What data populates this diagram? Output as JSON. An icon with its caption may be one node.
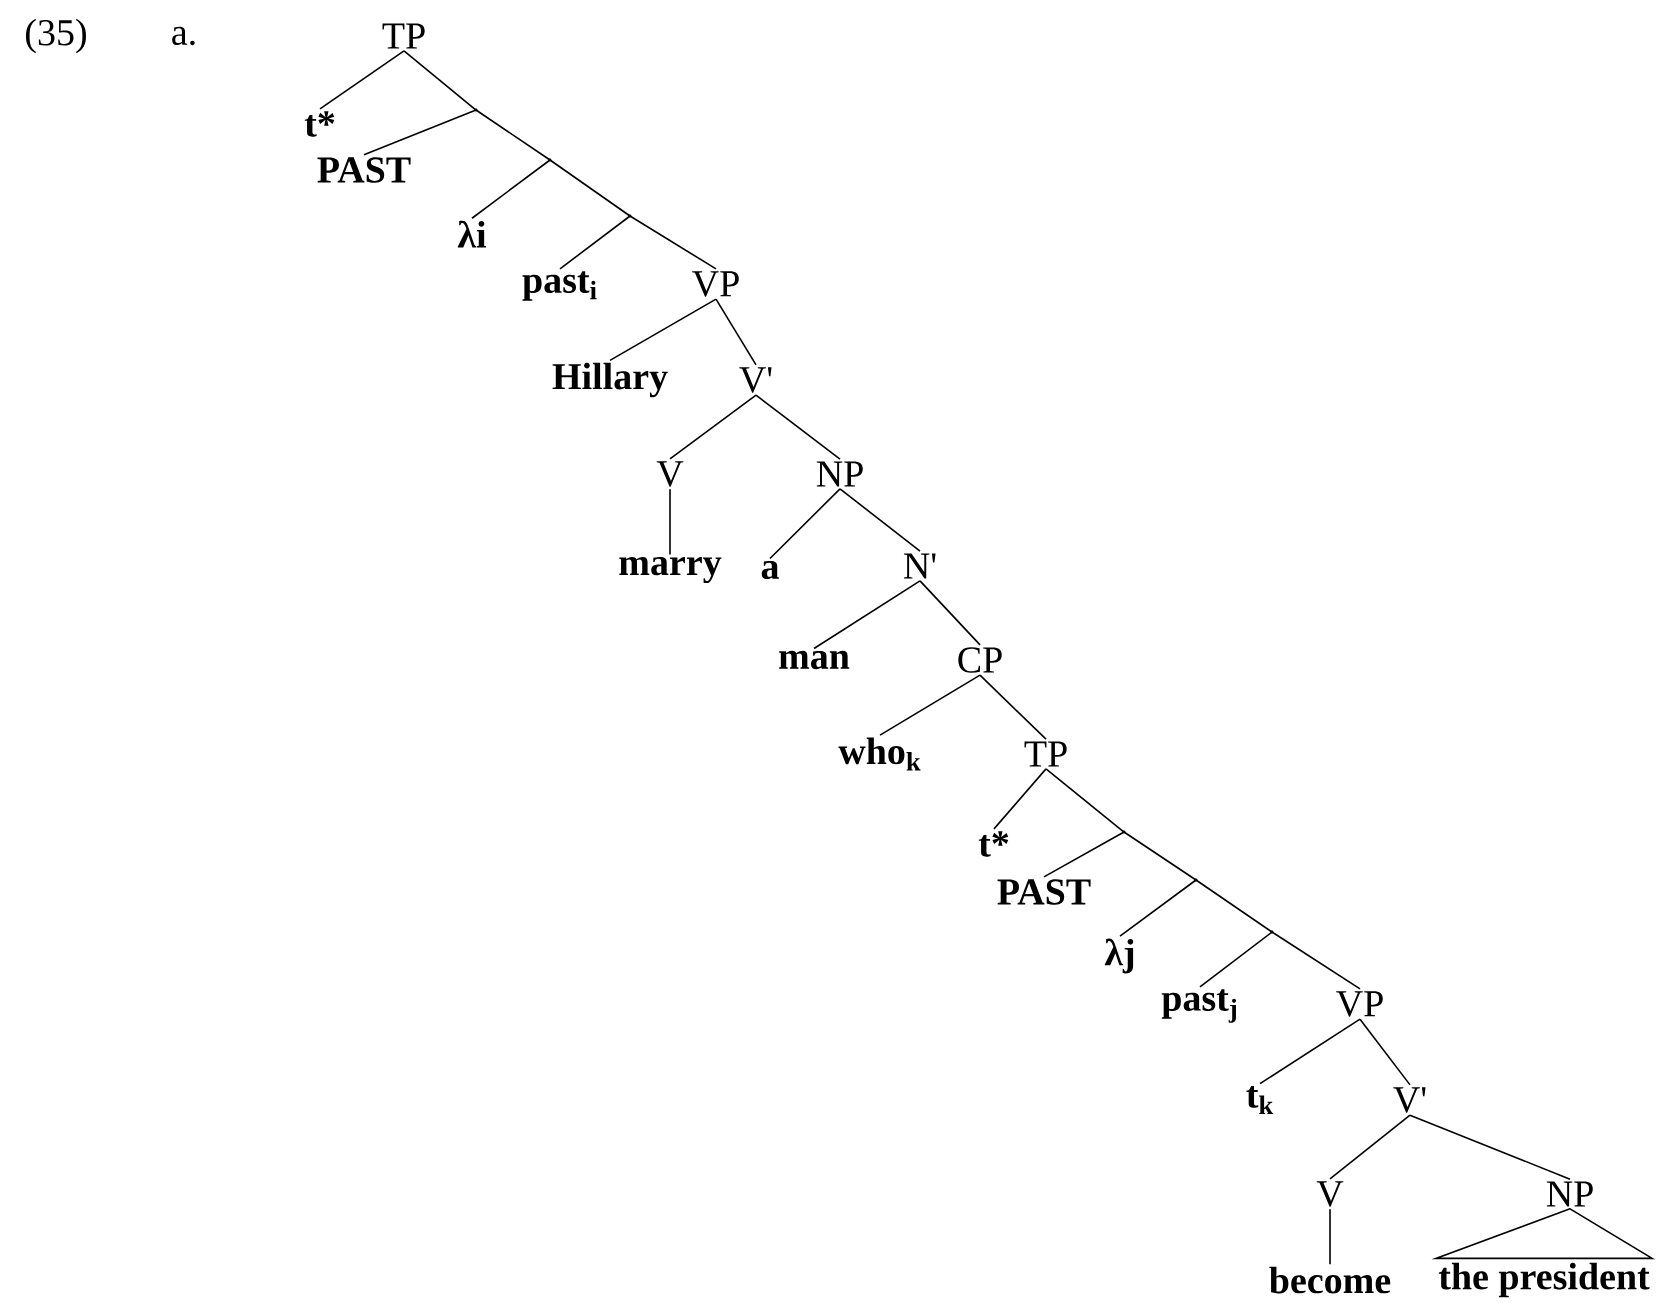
{
  "diagram": {
    "nodes": [
      {
        "text": [
          "TP"
        ]
      },
      {
        "text": [
          "t*"
        ]
      },
      {
        "text": [],
        "shape": "point"
      },
      {
        "text": [
          "PAST"
        ]
      },
      {
        "text": [],
        "shape": "point"
      },
      {
        "text": [
          "λi"
        ]
      },
      {
        "text": [],
        "shape": "point"
      },
      {
        "text": [
          "past$_{i}$"
        ]
      },
      {
        "text": [
          "VP"
        ]
      },
      {
        "text": [
          "Hillary"
        ]
      },
      {
        "text": [
          "V'"
        ]
      },
      {
        "text": [
          "V"
        ]
      },
      {
        "text": [
          "marry"
        ]
      },
      {
        "text": [
          "NP"
        ]
      },
      {
        "text": [
          "a"
        ]
      },
      {
        "text": [
          "N'"
        ]
      },
      {
        "text": [
          "man"
        ]
      },
      {
        "text": [
          "CP"
        ]
      },
      {
        "text": [
          "who$_{k}$"
        ]
      },
      {
        "text": [
          "TP"
        ]
      },
      {
        "text": [
          "t*"
        ]
      },
      {
        "text": [],
        "shape": "point"
      },
      {
        "text": [
          "PAST"
        ]
      },
      {
        "text": [],
        "shape": "point"
      },
      {
        "text": [
          "λj"
        ]
      },
      {
        "text": [],
        "shape": "point"
      },
      {
        "text": [
          "past$_{j}$"
        ]
      },
      {
        "text": [
          "VP"
        ]
      },
      {
        "text": [
          "t$_{k}$"
        ]
      },
      {
        "text": [
          "V'"
        ]
      },
      {
        "text": [
          "V"
        ]
      },
      {
        "text": [
          "become"
        ]
      },
      {
        "text": [
          "NP"
        ]
      },
      {
        "text": [
          "the president"
        ]
      }
    ],
    "edges": [
      {
        "from": 0,
        "to": 1,
        "arrow": "none"
      },
      {
        "from": 0,
        "to": 2,
        "arrow": "none"
      },
      {
        "from": 2,
        "to": 3,
        "arrow": "none"
      },
      {
        "from": 2,
        "to": 4,
        "arrow": "none"
      },
      {
        "from": 4,
        "to": 5,
        "arrow": "none"
      },
      {
        "from": 4,
        "to": 6,
        "arrow": "none"
      },
      {
        "from": 6,
        "to": 7,
        "arrow": "none"
      },
      {
        "from": 6,
        "to": 8,
        "arrow": "none"
      },
      {
        "from": 8,
        "to": 9,
        "arrow": "none"
      },
      {
        "from": 8,
        "to": 10,
        "arrow": "none"
      },
      {
        "from": 10,
        "to": 11,
        "arrow": "none"
      },
      {
        "from": 11,
        "to": 12,
        "arrow": "none"
      },
      {
        "from": 10,
        "to": 13,
        "arrow": "none"
      },
      {
        "from": 13,
        "to": 14,
        "arrow": "none"
      },
      {
        "from": 13,
        "to": 15,
        "arrow": "none"
      },
      {
        "from": 15,
        "to": 16,
        "arrow": "none"
      },
      {
        "from": 15,
        "to": 17,
        "arrow": "none"
      },
      {
        "from": 17,
        "to": 18,
        "arrow": "none"
      },
      {
        "from": 17,
        "to": 19,
        "arrow": "none"
      },
      {
        "from": 19,
        "to": 20,
        "arrow": "none"
      },
      {
        "from": 19,
        "to": 21,
        "arrow": "none"
      },
      {
        "from": 21,
        "to": 22,
        "arrow": "none"
      },
      {
        "from": 21,
        "to": 23,
        "arrow": "none"
      },
      {
        "from": 23,
        "to": 24,
        "arrow": "none"
      },
      {
        "from": 23,
        "to": 25,
        "arrow": "none"
      },
      {
        "from": 25,
        "to": 26,
        "arrow": "none"
      },
      {
        "from": 25,
        "to": 27,
        "arrow": "none"
      },
      {
        "from": 27,
        "to": 28,
        "arrow": "none"
      },
      {
        "from": 27,
        "to": 29,
        "arrow": "none"
      },
      {
        "from": 29,
        "to": 30,
        "arrow": "none"
      },
      {
        "from": 30,
        "to": 31,
        "arrow": "none"
      },
      {
        "from": 29,
        "to": 32,
        "arrow": "none"
      },
      {
        "from": 32,
        "to": 33,
        "arrow": "none"
      }
    ],
    "labels": [
      "(35)",
      "a."
    ]
  }
}
